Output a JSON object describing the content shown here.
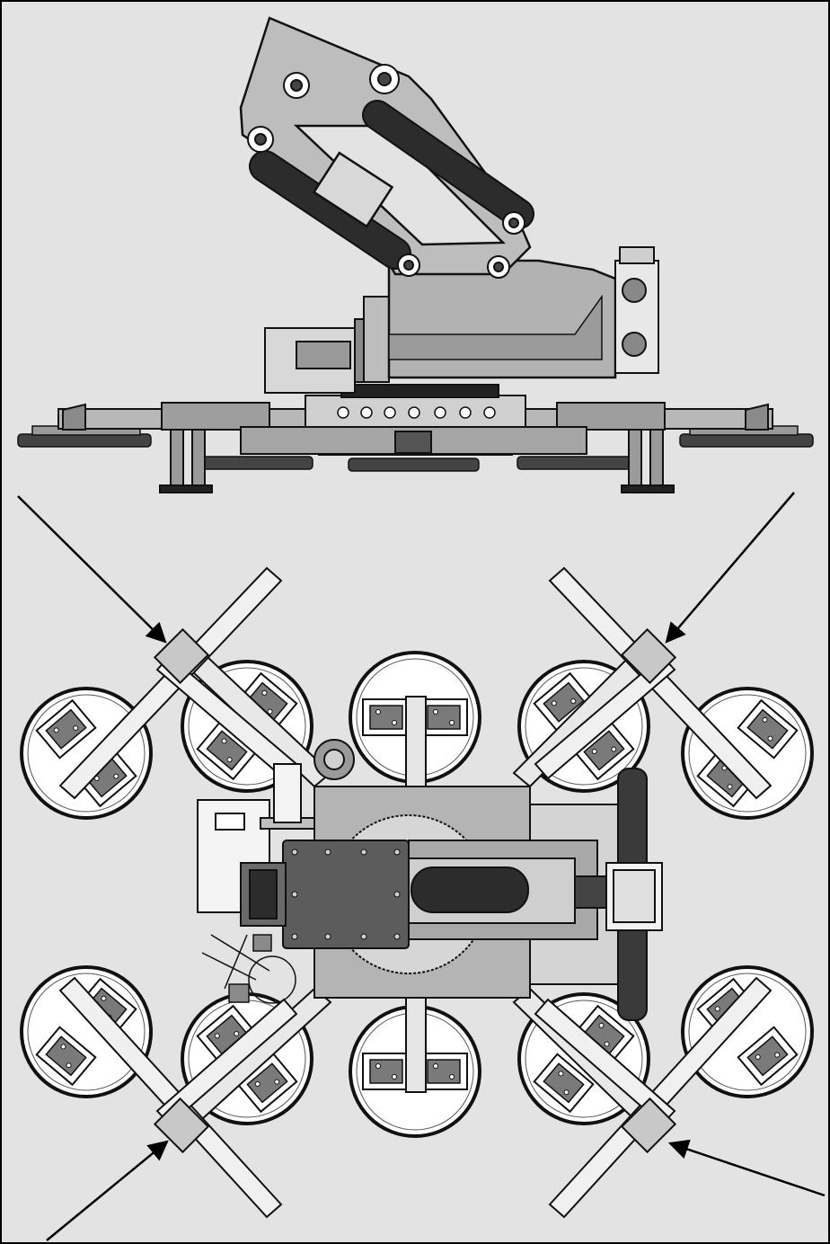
{
  "figure": {
    "views": [
      {
        "name": "side-view",
        "description": ""
      },
      {
        "name": "top-view",
        "description": ""
      }
    ],
    "colors": {
      "background": "#e3e3e3",
      "metal_light": "#c9c9c9",
      "metal_mid": "#a8a8a8",
      "metal_dark": "#6e6e6e",
      "cylinder": "#2c2c2c",
      "pad_face": "#ffffff",
      "outline": "#111111",
      "arrow": "#000000"
    },
    "callout_arrows": [
      {
        "name": "arrow-top-left",
        "target": "arm-clamp-top-left"
      },
      {
        "name": "arrow-top-right",
        "target": "arm-clamp-top-right"
      },
      {
        "name": "arrow-bottom-left",
        "target": "arm-clamp-bottom-left"
      },
      {
        "name": "arrow-bottom-right",
        "target": "arm-clamp-bottom-right"
      }
    ],
    "suction_pad_count": 10,
    "swivel_arm_count": 4
  }
}
